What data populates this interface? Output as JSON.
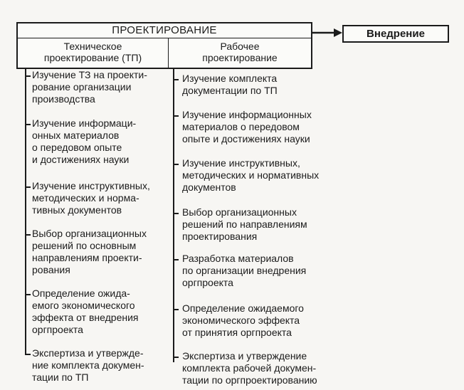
{
  "design": {
    "title": "ПРОЕКТИРОВАНИЕ",
    "technical": {
      "label_lines": [
        "Техническое",
        "проектирование (ТП)"
      ]
    },
    "working": {
      "label_lines": [
        "Рабочее",
        "проектирование"
      ]
    }
  },
  "implementation": {
    "label": "Внедрение"
  },
  "technical_steps": [
    [
      "Изучение ТЗ на проекти-",
      "рование организации",
      "производства"
    ],
    [
      "Изучение информаци-",
      "онных материалов",
      "о передовом опыте",
      "и достижениях науки"
    ],
    [
      "Изучение инструктивных,",
      "методических и норма-",
      "тивных документов"
    ],
    [
      "Выбор организационных",
      "решений по основным",
      "направлениям проекти-",
      "рования"
    ],
    [
      "Определение ожида-",
      "емого экономического",
      "эффекта от внедрения",
      "оргпроекта"
    ],
    [
      "Экспертиза и утвержде-",
      "ние комплекта докумен-",
      "тации по ТП"
    ]
  ],
  "working_steps": [
    [
      "Изучение комплекта",
      "документации по ТП"
    ],
    [
      "Изучение информационных",
      "материалов о передовом",
      "опыте и достижениях науки"
    ],
    [
      "Изучение инструктивных,",
      "методических и нормативных",
      "документов"
    ],
    [
      "Выбор организационных",
      "решений по направлениям",
      "проектирования"
    ],
    [
      "Разработка материалов",
      "по организации внедрения",
      "оргпроекта"
    ],
    [
      "Определение ожидаемого",
      "экономического эффекта",
      "от принятия оргпроекта"
    ],
    [
      "Экспертиза и утверждение",
      "комплекта рабочей докумен-",
      "тации по оргпроектированию"
    ]
  ]
}
